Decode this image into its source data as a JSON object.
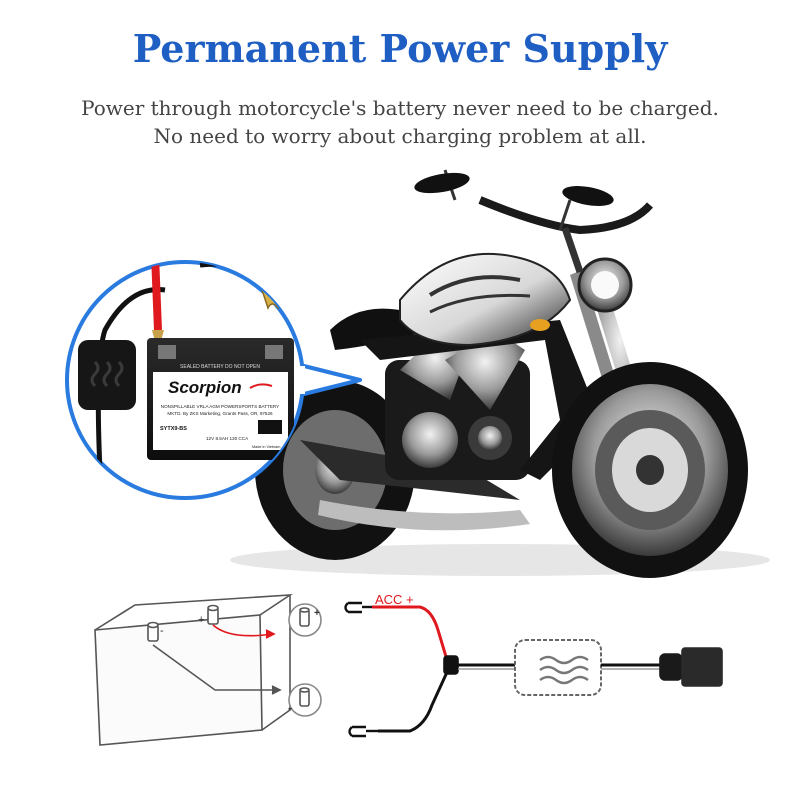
{
  "title": "Permanent Power Supply",
  "subtitle_line1": "Power through motorcycle's battery never need to be charged.",
  "subtitle_line2": "No need to worry about charging problem at all.",
  "battery": {
    "top_text": "SEALED BATTERY DO NOT OPEN",
    "brand": "Scorpion",
    "line1": "NONSPILLABLE VRLA AGM POWERSPORTS BATTERY",
    "line2": "MKTD. By ZKS Marketing, Grants Pass, OR, 97526",
    "model": "SYTX9-BS",
    "specs": "12V  8.5AH  130 CCA",
    "made_in": "Made in Vietnam"
  },
  "diagram": {
    "acc_label": "ACC +",
    "neg_sign": "-",
    "pos_sign": "+"
  },
  "colors": {
    "title": "#1f5fc4",
    "bubble_border": "#2a7be0",
    "wire_red": "#e0191f"
  }
}
